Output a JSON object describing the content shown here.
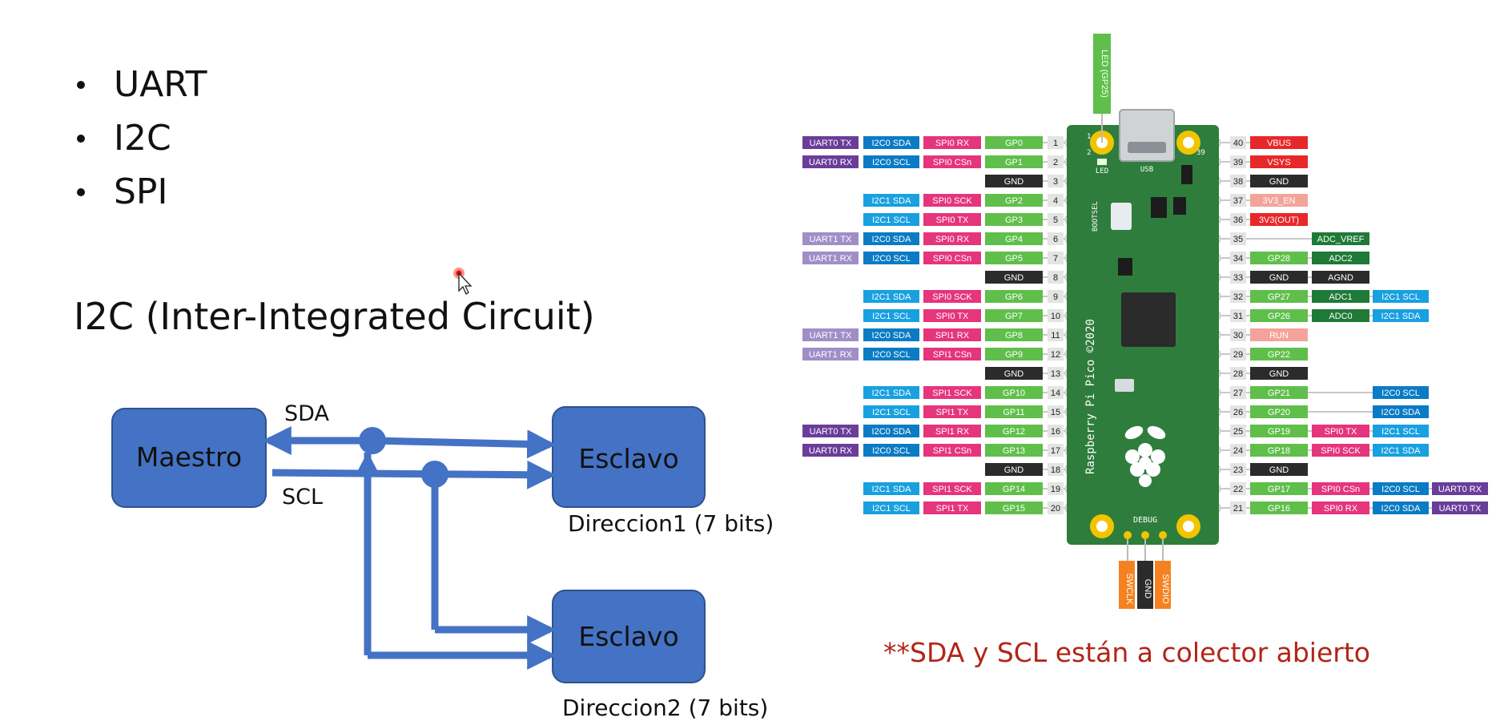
{
  "bullets": [
    "UART",
    "I2C",
    "SPI"
  ],
  "heading": "I2C (Inter-Integrated Circuit)",
  "i2c_diagram": {
    "master_label": "Maestro",
    "slave1_label": "Esclavo",
    "slave2_label": "Esclavo",
    "sda_label": "SDA",
    "scl_label": "SCL",
    "address1_label": "Direccion1 (7 bits)",
    "address2_label": "Direccion2 (7 bits)"
  },
  "pinout": {
    "led_label": "LED (GP25)",
    "usb_label": "USB",
    "led_board_label": "LED",
    "bootsel_label": "BOOTSEL",
    "board_text": "Raspberry Pi Pico ©2020",
    "debug_label": "DEBUG",
    "debug_pins": [
      "SWCLK",
      "GND",
      "SWDIO"
    ],
    "corner_num_left": "1",
    "corner_num_left2": "2",
    "corner_num_right": "39",
    "left_pins": [
      {
        "num": "1",
        "labels": [
          "UART0 TX",
          "I2C0 SDA",
          "SPI0 RX",
          "GP0"
        ]
      },
      {
        "num": "2",
        "labels": [
          "UART0 RX",
          "I2C0 SCL",
          "SPI0 CSn",
          "GP1"
        ]
      },
      {
        "num": "3",
        "labels": [
          "",
          "",
          "",
          "GND"
        ]
      },
      {
        "num": "4",
        "labels": [
          "",
          "I2C1 SDA",
          "SPI0 SCK",
          "GP2"
        ]
      },
      {
        "num": "5",
        "labels": [
          "",
          "I2C1 SCL",
          "SPI0 TX",
          "GP3"
        ]
      },
      {
        "num": "6",
        "labels": [
          "UART1 TX",
          "I2C0 SDA",
          "SPI0 RX",
          "GP4"
        ]
      },
      {
        "num": "7",
        "labels": [
          "UART1 RX",
          "I2C0 SCL",
          "SPI0 CSn",
          "GP5"
        ]
      },
      {
        "num": "8",
        "labels": [
          "",
          "",
          "",
          "GND"
        ]
      },
      {
        "num": "9",
        "labels": [
          "",
          "I2C1 SDA",
          "SPI0 SCK",
          "GP6"
        ]
      },
      {
        "num": "10",
        "labels": [
          "",
          "I2C1 SCL",
          "SPI0 TX",
          "GP7"
        ]
      },
      {
        "num": "11",
        "labels": [
          "UART1 TX",
          "I2C0 SDA",
          "SPI1 RX",
          "GP8"
        ]
      },
      {
        "num": "12",
        "labels": [
          "UART1 RX",
          "I2C0 SCL",
          "SPI1 CSn",
          "GP9"
        ]
      },
      {
        "num": "13",
        "labels": [
          "",
          "",
          "",
          "GND"
        ]
      },
      {
        "num": "14",
        "labels": [
          "",
          "I2C1 SDA",
          "SPI1 SCK",
          "GP10"
        ]
      },
      {
        "num": "15",
        "labels": [
          "",
          "I2C1 SCL",
          "SPI1 TX",
          "GP11"
        ]
      },
      {
        "num": "16",
        "labels": [
          "UART0 TX",
          "I2C0 SDA",
          "SPI1 RX",
          "GP12"
        ]
      },
      {
        "num": "17",
        "labels": [
          "UART0 RX",
          "I2C0 SCL",
          "SPI1 CSn",
          "GP13"
        ]
      },
      {
        "num": "18",
        "labels": [
          "",
          "",
          "",
          "GND"
        ]
      },
      {
        "num": "19",
        "labels": [
          "",
          "I2C1 SDA",
          "SPI1 SCK",
          "GP14"
        ]
      },
      {
        "num": "20",
        "labels": [
          "",
          "I2C1 SCL",
          "SPI1 TX",
          "GP15"
        ]
      }
    ],
    "right_pins": [
      {
        "num": "40",
        "labels": [
          "VBUS",
          "",
          "",
          ""
        ]
      },
      {
        "num": "39",
        "labels": [
          "VSYS",
          "",
          "",
          ""
        ]
      },
      {
        "num": "38",
        "labels": [
          "GND",
          "",
          "",
          ""
        ]
      },
      {
        "num": "37",
        "labels": [
          "3V3_EN",
          "",
          "",
          ""
        ]
      },
      {
        "num": "36",
        "labels": [
          "3V3(OUT)",
          "",
          "",
          ""
        ]
      },
      {
        "num": "35",
        "labels": [
          "",
          "ADC_VREF",
          "",
          ""
        ]
      },
      {
        "num": "34",
        "labels": [
          "GP28",
          "ADC2",
          "",
          ""
        ]
      },
      {
        "num": "33",
        "labels": [
          "GND",
          "AGND",
          "",
          ""
        ]
      },
      {
        "num": "32",
        "labels": [
          "GP27",
          "ADC1",
          "I2C1 SCL",
          ""
        ]
      },
      {
        "num": "31",
        "labels": [
          "GP26",
          "ADC0",
          "I2C1 SDA",
          ""
        ]
      },
      {
        "num": "30",
        "labels": [
          "RUN",
          "",
          "",
          ""
        ]
      },
      {
        "num": "29",
        "labels": [
          "GP22",
          "",
          "",
          ""
        ]
      },
      {
        "num": "28",
        "labels": [
          "GND",
          "",
          "",
          ""
        ]
      },
      {
        "num": "27",
        "labels": [
          "GP21",
          "",
          "I2C0 SCL",
          ""
        ]
      },
      {
        "num": "26",
        "labels": [
          "GP20",
          "",
          "I2C0 SDA",
          ""
        ]
      },
      {
        "num": "25",
        "labels": [
          "GP19",
          "SPI0 TX",
          "I2C1 SCL",
          ""
        ]
      },
      {
        "num": "24",
        "labels": [
          "GP18",
          "SPI0 SCK",
          "I2C1 SDA",
          ""
        ]
      },
      {
        "num": "23",
        "labels": [
          "GND",
          "",
          "",
          ""
        ]
      },
      {
        "num": "22",
        "labels": [
          "GP17",
          "SPI0 CSn",
          "I2C0 SCL",
          "UART0 RX"
        ]
      },
      {
        "num": "21",
        "labels": [
          "GP16",
          "SPI0 RX",
          "I2C0 SDA",
          "UART0 TX"
        ]
      }
    ],
    "colors": {
      "uart0": "#6a3d9a",
      "uart1": "#9e8fc7",
      "i2c0": "#0a7bc4",
      "i2c1": "#18a0e0",
      "spi": "#e5357d",
      "gpio": "#5fbf4a",
      "gnd": "#2b2b2b",
      "power": "#e8272a",
      "pale_power": "#f4a39b",
      "adc": "#1f7a38",
      "debug": "#f58220",
      "board": "#2f7d3c"
    }
  },
  "note": "**SDA y SCL están a colector abierto"
}
